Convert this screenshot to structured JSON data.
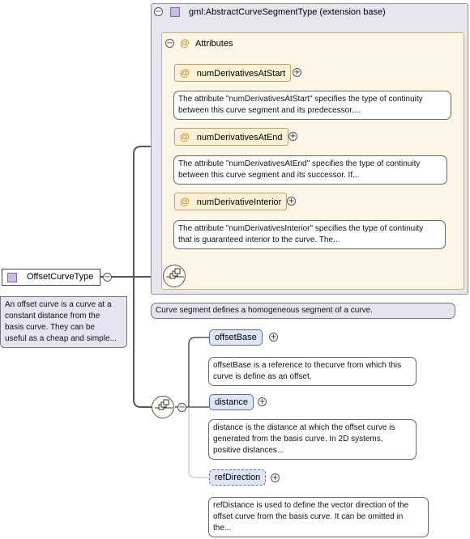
{
  "root": {
    "name": "OffsetCurveType",
    "doc": [
      "An offset curve is a curve at a",
      "constant distance from the",
      "basis curve. They can be",
      "useful as a cheap and simple..."
    ]
  },
  "extension_base": {
    "title": "gml:AbstractCurveSegmentType (extension base)",
    "doc": "Curve segment defines a homogeneous segment of a curve."
  },
  "attributes_group": {
    "at_symbol": "@",
    "title": "Attributes",
    "items": [
      {
        "name": "numDerivativesAtStart",
        "doc": [
          "The attribute \"numDerivativesAtStart\" specifies the type of continuity",
          "between this curve segment and its predecessor...."
        ]
      },
      {
        "name": "numDerivativesAtEnd",
        "doc": [
          "The attribute \"numDerivativesAtEnd\" specifies the type of continuity",
          "between this curve segment and its successor. If..."
        ]
      },
      {
        "name": "numDerivativeInterior",
        "doc": [
          "The attribute \"numDerivativesInterior\" specifies the type of continuity",
          "that is guaranteed interior to the curve. The..."
        ]
      }
    ]
  },
  "sequence_elements": [
    {
      "name": "offsetBase",
      "doc": [
        "offsetBase is a reference to thecurve from which this",
        "curve is define as an offset."
      ]
    },
    {
      "name": "distance",
      "doc": [
        "distance is the distance at which the offset curve is",
        "generated from the basis curve. In 2D systems,",
        "positive distances..."
      ]
    },
    {
      "name": "refDirection",
      "doc": [
        "refDistance is used to define the vector direction of the",
        "offset curve from the basis curve. It can be omitted in",
        "the..."
      ]
    }
  ],
  "symbols": {
    "collapse": "−",
    "expand": "+"
  },
  "colors": {
    "type_icon": "#cbb9e6",
    "attribute_at": "#c8912a",
    "element_fill": "#dde6f5",
    "group_fill": "#e6e6ee"
  }
}
